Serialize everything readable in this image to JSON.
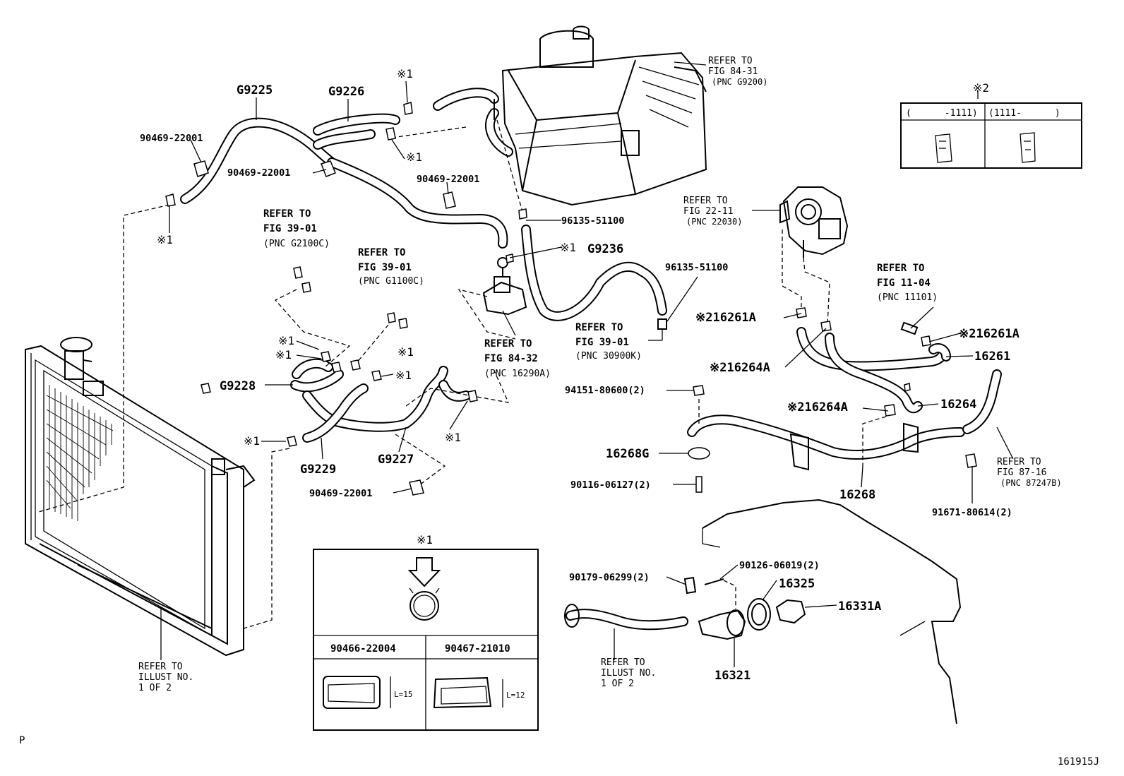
{
  "parts": {
    "g9225": "G9225",
    "g9226": "G9226",
    "g9236": "G9236",
    "g9228": "G9228",
    "g9229": "G9229",
    "g9227": "G9227",
    "clamp_90469_a": "90469-22001",
    "clamp_90469_b": "90469-22001",
    "clamp_90469_c": "90469-22001",
    "clamp_90469_d": "90469-22001",
    "p96135_a": "96135-51100",
    "p96135_b": "96135-51100",
    "p16261A_a": "※216261A",
    "p16261A_b": "※216261A",
    "p16261": "16261",
    "p16264A_a": "※216264A",
    "p16264A_b": "※216264A",
    "p16264": "16264",
    "p94151": "94151-80600(2)",
    "p16268G": "16268G",
    "p90116": "90116-06127(2)",
    "p16268": "16268",
    "p91671": "91671-80614(2)",
    "p90179": "90179-06299(2)",
    "p90126": "90126-06019(2)",
    "p16325": "16325",
    "p16331A": "16331A",
    "p16321": "16321"
  },
  "markers": {
    "m1_a": "※1",
    "m1_b": "※1",
    "m1_c": "※1",
    "m1_d": "※1",
    "m1_e": "※1",
    "m1_f": "※1",
    "m1_g": "※1",
    "m1_h": "※1",
    "m1_i": "※1",
    "m1_j": "※1"
  },
  "refs": {
    "fig8431": [
      "REFER TO",
      "FIG 84-31",
      "(PNC G9200)"
    ],
    "fig2211": [
      "REFER TO",
      "FIG 22-11",
      "(PNC 22030)"
    ],
    "fig3901a": [
      "REFER TO",
      "FIG 39-01",
      "(PNC G2100C)"
    ],
    "fig3901b": [
      "REFER TO",
      "FIG 39-01",
      "(PNC G1100C)"
    ],
    "fig8432": [
      "REFER TO",
      "FIG 84-32",
      "(PNC 16290A)"
    ],
    "fig3901c": [
      "REFER TO",
      "FIG 39-01",
      "(PNC 30900K)"
    ],
    "fig1104": [
      "REFER TO",
      "FIG 11-04",
      "(PNC 11101)"
    ],
    "fig8716": [
      "REFER TO",
      "FIG 87-16",
      "(PNC 87247B)"
    ],
    "illust_a": [
      "REFER TO",
      "ILLUST NO.",
      "1 OF 2"
    ],
    "illust_b": [
      "REFER TO",
      "ILLUST NO.",
      "1 OF 2"
    ]
  },
  "legend2": {
    "title": "※2",
    "col1": "(      -1111)",
    "col2": "(1111-      )"
  },
  "legend1": {
    "title": "※1",
    "part_a": "90466-22004",
    "part_b": "90467-21010",
    "len_a": "L=15",
    "len_b": "L=12"
  },
  "corner_p": "P",
  "figure_code": "161915J"
}
